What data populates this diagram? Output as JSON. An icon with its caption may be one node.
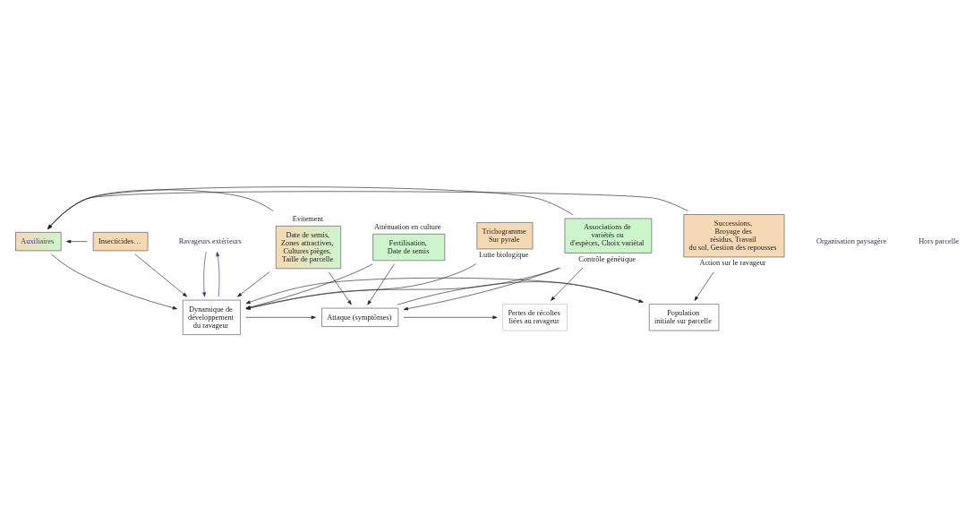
{
  "diagram": {
    "nodes": [
      {
        "text": [
          "Auxiliaires"
        ]
      },
      {
        "text": [
          "Evitement",
          "Date de semis, Zones attractives, Cultures pièges, Taille de parcelle"
        ]
      },
      {
        "text": [
          "Atténuation en culture",
          "Fertilisation, Date de semis"
        ]
      },
      {
        "text": [
          "Insecticides…"
        ]
      },
      {
        "text": [
          "Population initiale sur parcelle"
        ]
      },
      {
        "text": [
          "Dynamique de développement du ravageur"
        ]
      },
      {
        "text": [
          "Attaque (symptômes)"
        ]
      },
      {
        "text": [
          "Pertes de récoltes liées au ravageur"
        ]
      },
      {
        "text": [
          "Successions, Broyage des résidus, Travail du sol, Gestion des repousses"
        ],
        "beside": [
          "Action sur le ravageur"
        ]
      },
      {
        "text": [
          "Trichogramme Sur pyrale"
        ],
        "beside": [
          "Lutte biologique"
        ]
      },
      {
        "text": [
          "Associations de variétés ou d'espèces, Choix variétal"
        ],
        "beside": [
          "Contrôle génétique"
        ]
      },
      {
        "text": [
          "Ravageurs extérieurs"
        ]
      }
    ],
    "edges": [
      {
        "from": 11,
        "to": 5,
        "arrow": "to",
        "color": "#3333aa"
      },
      {
        "from": 5,
        "to": 11,
        "arrow": "to",
        "color": "#3333aa"
      },
      {
        "from": 10,
        "to": 0,
        "arrow": "to"
      },
      {
        "from": 8,
        "to": 0,
        "arrow": "to"
      },
      {
        "from": 1,
        "to": 0,
        "arrow": "to"
      },
      {
        "from": 3,
        "to": 0,
        "arrow": "to"
      },
      {
        "from": 0,
        "to": 5,
        "arrow": "to"
      },
      {
        "from": 3,
        "to": 5,
        "arrow": "to"
      },
      {
        "from": 1,
        "to": 5,
        "arrow": "to"
      },
      {
        "from": 1,
        "to": 6,
        "arrow": "to"
      },
      {
        "from": 2,
        "to": 5,
        "arrow": "to"
      },
      {
        "from": 2,
        "to": 6,
        "arrow": "to"
      },
      {
        "from": 6,
        "to": 4,
        "arrow": "to"
      },
      {
        "from": 4,
        "to": 5,
        "arrow": "to"
      },
      {
        "from": 5,
        "to": 6,
        "arrow": "to"
      },
      {
        "from": 6,
        "to": 7,
        "arrow": "to"
      },
      {
        "from": 8,
        "to": 4,
        "arrow": "to"
      },
      {
        "from": 9,
        "to": 5,
        "arrow": "to"
      },
      {
        "from": 10,
        "to": 5,
        "arrow": "to"
      },
      {
        "from": 10,
        "to": 6,
        "arrow": "to"
      },
      {
        "from": 10,
        "to": 7,
        "arrow": "to"
      }
    ],
    "labels": [
      "Organisation paysagère",
      "Hors parcelle"
    ]
  }
}
